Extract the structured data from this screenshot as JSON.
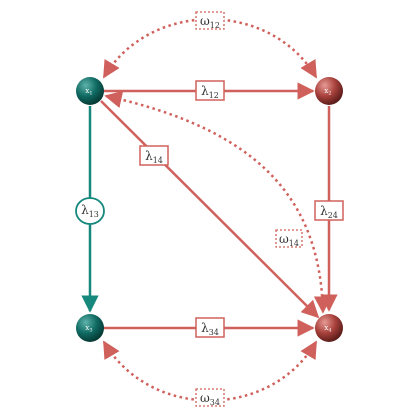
{
  "colors": {
    "red": "#d0605b",
    "teal": "#16887d",
    "teal_node": "#0c5f57",
    "red_node": "#a33b37",
    "background": "#ffffff"
  },
  "nodes": [
    {
      "id": "x1",
      "symbol": "x",
      "sub": "1",
      "group": "teal"
    },
    {
      "id": "x2",
      "symbol": "x",
      "sub": "2",
      "group": "red"
    },
    {
      "id": "x3",
      "symbol": "x",
      "sub": "3",
      "group": "teal"
    },
    {
      "id": "x4",
      "symbol": "x",
      "sub": "4",
      "group": "red"
    }
  ],
  "labels": {
    "lambda12": {
      "symbol": "λ",
      "sub": "12"
    },
    "lambda13": {
      "symbol": "λ",
      "sub": "13"
    },
    "lambda14": {
      "symbol": "λ",
      "sub": "14"
    },
    "lambda24": {
      "symbol": "λ",
      "sub": "24"
    },
    "lambda34": {
      "symbol": "λ",
      "sub": "34"
    },
    "omega12": {
      "symbol": "ω",
      "sub": "12"
    },
    "omega14": {
      "symbol": "ω",
      "sub": "14"
    },
    "omega34": {
      "symbol": "ω",
      "sub": "34"
    }
  }
}
